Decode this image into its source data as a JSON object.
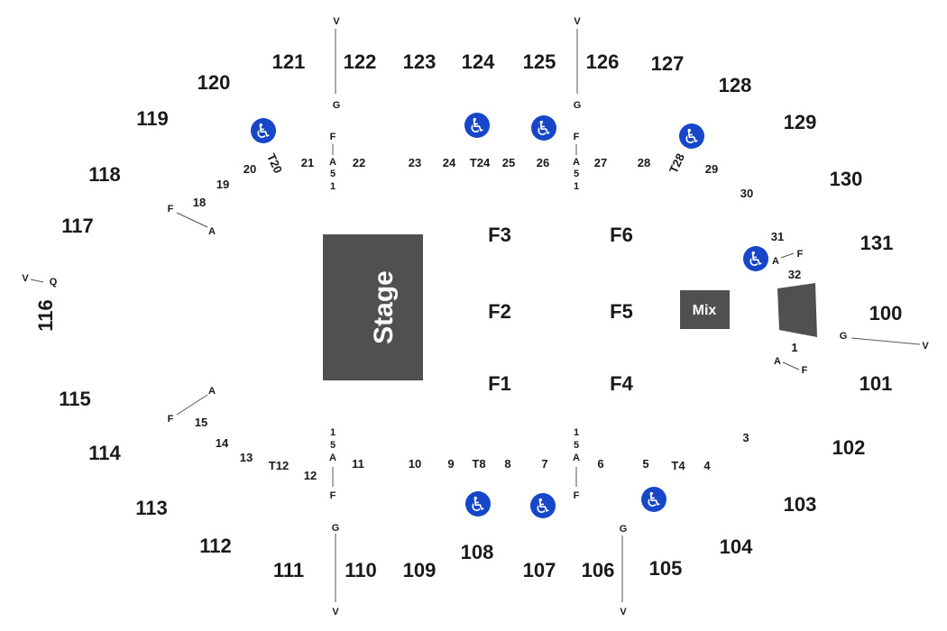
{
  "map": {
    "stage_label": "Stage",
    "mix_label": "Mix",
    "upper_sections": [
      "121",
      "122",
      "123",
      "124",
      "125",
      "126",
      "127",
      "128",
      "129",
      "130",
      "131",
      "100",
      "101",
      "102",
      "103",
      "104",
      "105",
      "106",
      "107",
      "108",
      "109",
      "110",
      "111",
      "112",
      "113",
      "114",
      "115",
      "116",
      "117",
      "118",
      "119",
      "120"
    ],
    "floor_sections": [
      "F1",
      "F2",
      "F3",
      "F4",
      "F5",
      "F6"
    ],
    "lower_top": [
      "22",
      "23",
      "24",
      "T24",
      "25",
      "26",
      "27",
      "28",
      "T28",
      "29",
      "30",
      "31",
      "32",
      "21",
      "T20",
      "20",
      "19",
      "18"
    ],
    "lower_bottom": [
      "1",
      "3",
      "4",
      "T4",
      "5",
      "6",
      "7",
      "8",
      "T8",
      "9",
      "10",
      "11",
      "12",
      "T12",
      "13",
      "14",
      "15"
    ],
    "row_markers": {
      "v": "V",
      "g": "G",
      "f": "F",
      "a": "A",
      "q": "Q",
      "digit_five": "5",
      "digit_one": "1"
    },
    "accessible_icon": "wheelchair-icon",
    "accessible_glyph": "♿",
    "colors": {
      "block": "#505050",
      "accessible": "#1747c9",
      "text": "#1a1a1a"
    }
  }
}
